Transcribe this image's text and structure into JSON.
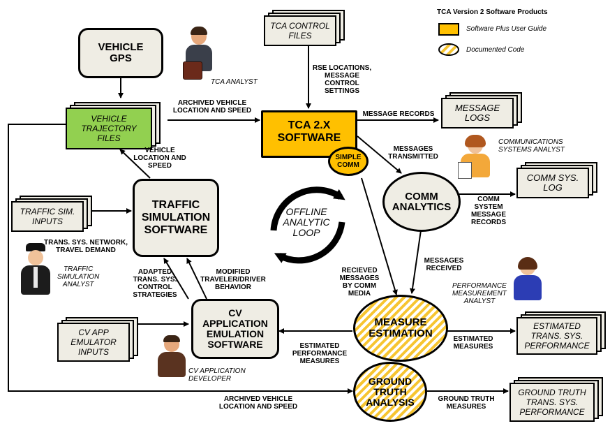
{
  "legend": {
    "title": "TCA Version 2 Software Products",
    "item1": "Software Plus User Guide",
    "item2": "Documented Code",
    "colors": {
      "guide": "#ffc000",
      "hatch": "#f7c531"
    }
  },
  "nodes": {
    "vehicle_gps": "VEHICLE\nGPS",
    "tca_control_files": "TCA CONTROL\nFILES",
    "vehicle_trajectory_files": "VEHICLE\nTRAJECTORY\nFILES",
    "tca_software": "TCA 2.X\nSOFTWARE",
    "simple_comm": "SIMPLE\nCOMM",
    "message_logs": "MESSAGE\nLOGS",
    "comm_analytics": "COMM\nANALYTICS",
    "comm_sys_log": "COMM SYS.\nLOG",
    "traffic_sim_inputs": "TRAFFIC SIM.\nINPUTS",
    "traffic_simulation_software": "TRAFFIC\nSIMULATION\nSOFTWARE",
    "offline_loop": "OFFLINE\nANALYTIC\nLOOP",
    "cv_app_inputs": "CV APP\nEMULATOR\nINPUTS",
    "cv_app_software": "CV\nAPPLICATION\nEMULATION\nSOFTWARE",
    "measure_estimation": "MEASURE\nESTIMATION",
    "estimated_performance": "ESTIMATED\nTRANS. SYS.\nPERFORMANCE",
    "ground_truth_analysis": "GROUND\nTRUTH\nANALYSIS",
    "ground_truth_performance": "GROUND TRUTH\nTRANS. SYS.\nPERFORMANCE"
  },
  "roles": {
    "tca_analyst": "TCA ANALYST",
    "comm_analyst": "COMMUNICATIONS\nSYSTEMS ANALYST",
    "traffic_analyst": "TRAFFIC\nSIMULATION\nANALYST",
    "perf_analyst": "PERFORMANCE\nMEASUREMENT\nANALYST",
    "cv_developer": "CV APPLICATION\nDEVELOPER"
  },
  "edges": {
    "rse_locations": "RSE LOCATIONS,\nMESSAGE CONTROL\nSETTINGS",
    "archived_top": "ARCHIVED VEHICLE\nLOCATION AND SPEED",
    "message_records": "MESSAGE RECORDS",
    "messages_transmitted": "MESSAGES\nTRANSMITTED",
    "vehicle_location_speed": "VEHICLE\nLOCATION AND\nSPEED",
    "comm_system_records": "COMM\nSYSTEM\nMESSAGE\nRECORDS",
    "trans_network": "TRANS. SYS. NETWORK,\nTRAVEL DEMAND",
    "adapted_strategies": "ADAPTED\nTRANS. SYS.\nCONTROL\nSTRATEGIES",
    "modified_behavior": "MODIFIED\nTRAVELER/DRIVER\nBEHAVIOR",
    "received_by_media": "RECIEVED\nMESSAGES\nBY COMM\nMEDIA",
    "messages_received": "MESSAGES\nRECEIVED",
    "estimated_measures": "ESTIMATED\nMEASURES",
    "estimated_perf_measures": "ESTIMATED\nPERFORMANCE\nMEASURES",
    "archived_bottom": "ARCHIVED VEHICLE\nLOCATION AND SPEED",
    "ground_truth_measures": "GROUND TRUTH\nMEASURES"
  }
}
